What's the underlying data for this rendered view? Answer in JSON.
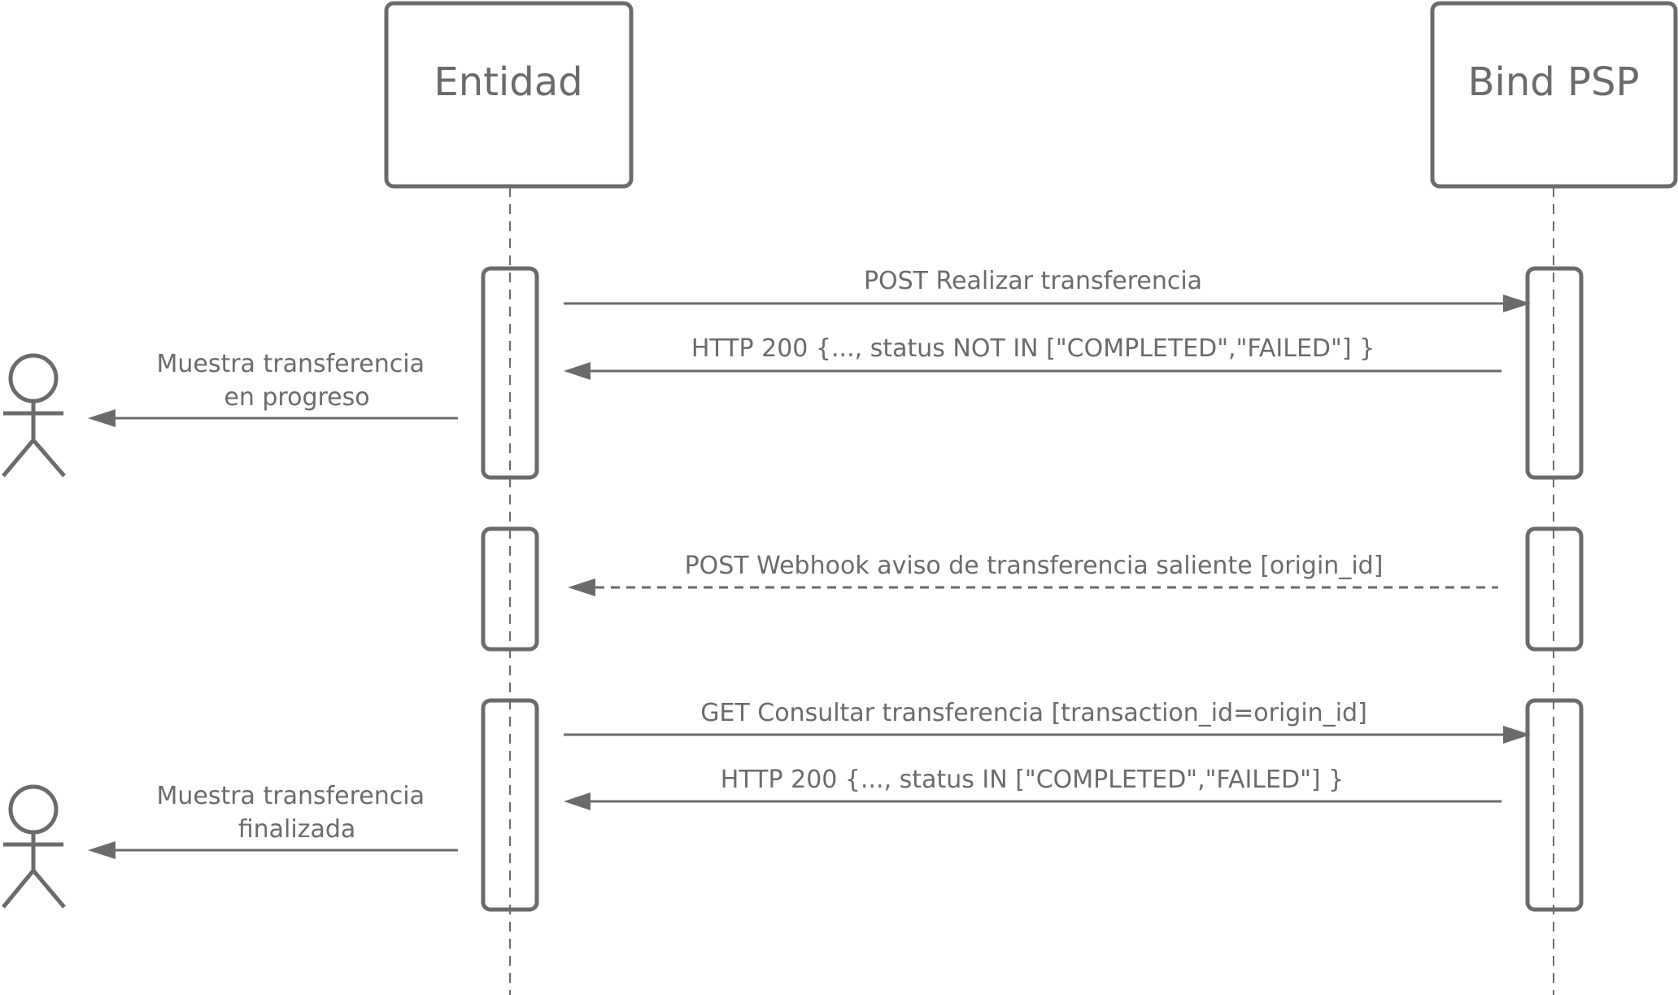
{
  "colors": {
    "stroke": "#6b6b6b",
    "text": "#6b6b6b",
    "background": "#ffffff"
  },
  "participants": [
    {
      "label": "Entidad"
    },
    {
      "label": "Bind PSP"
    }
  ],
  "messages": [
    {
      "label": "POST Realizar transferencia",
      "direction": "right",
      "style": "solid"
    },
    {
      "label": "HTTP 200 {..., status NOT IN [\"COMPLETED\",\"FAILED\"] }",
      "direction": "left",
      "style": "solid"
    },
    {
      "label": "POST Webhook aviso de transferencia saliente [origin_id]",
      "direction": "left",
      "style": "dashed"
    },
    {
      "label": "GET Consultar transferencia [transaction_id=origin_id]",
      "direction": "right",
      "style": "solid"
    },
    {
      "label": "HTTP 200 {..., status IN [\"COMPLETED\",\"FAILED\"] }",
      "direction": "left",
      "style": "solid"
    }
  ],
  "actor_messages": [
    {
      "lines": [
        "Muestra transferencia",
        "en progreso"
      ],
      "icon": "user-actor-icon"
    },
    {
      "lines": [
        "Muestra transferencia",
        "finalizada"
      ],
      "icon": "user-actor-icon"
    }
  ]
}
